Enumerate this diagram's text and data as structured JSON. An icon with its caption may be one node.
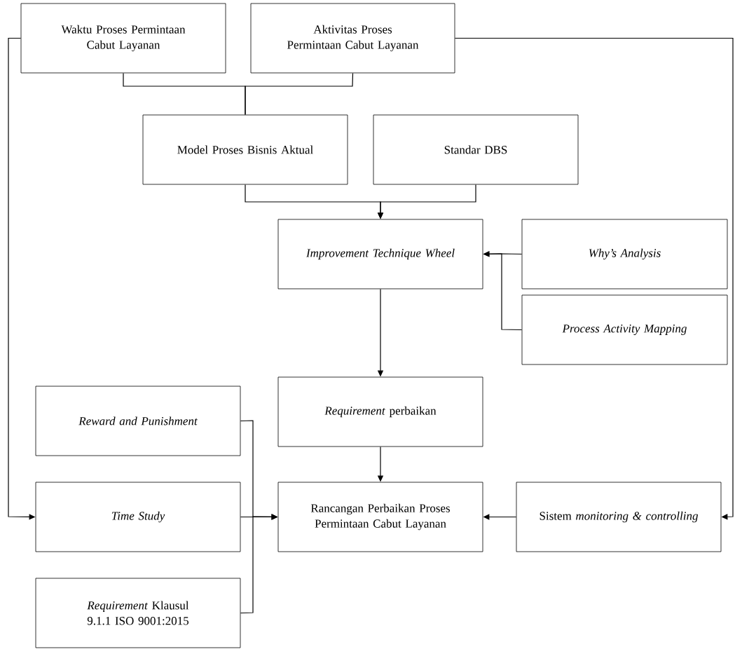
{
  "diagram": {
    "nodes": [
      {
        "text": [
          "Waktu Proses Permintaan Cabut Layanan"
        ]
      },
      {
        "text": [
          "Aktivitas Proses Permintaan Cabut Layanan"
        ]
      },
      {
        "text": [
          "Model Proses Bisnis Aktual"
        ]
      },
      {
        "text": [
          "Standar DBS"
        ]
      },
      {
        "text": [
          "Improvement Technique Wheel"
        ]
      },
      {
        "text": [
          "Why’s Analysis"
        ]
      },
      {
        "text": [
          "Process Activity Mapping"
        ]
      },
      {
        "text": [
          "*Requirement* perbaikan"
        ]
      },
      {
        "text": [
          "Reward and Punishment"
        ]
      },
      {
        "text": [
          "Rancangan Perbaikan Proses Permintaan Cabut Layanan"
        ]
      },
      {
        "text": [
          "Time Study"
        ]
      },
      {
        "text": [
          "Sistem *monitoring & controlling*"
        ]
      },
      {
        "text": [
          "*Requirement*  Klausul 9.1.1 ISO 9001:2015"
        ]
      }
    ],
    "edges": [
      {
        "from": 0,
        "to": 2,
        "arrow": "none"
      },
      {
        "from": 1,
        "to": 2,
        "arrow": "none"
      },
      {
        "from": 2,
        "to": 4,
        "arrow": "to"
      },
      {
        "from": 3,
        "to": 4,
        "arrow": "to"
      },
      {
        "from": 5,
        "to": 4,
        "arrow": "to"
      },
      {
        "from": 6,
        "to": 4,
        "arrow": "to"
      },
      {
        "from": 4,
        "to": 7,
        "arrow": "to"
      },
      {
        "from": 7,
        "to": 9,
        "arrow": "to"
      },
      {
        "from": 8,
        "to": 9,
        "arrow": "to"
      },
      {
        "from": 10,
        "to": 9,
        "arrow": "to"
      },
      {
        "from": 12,
        "to": 9,
        "arrow": "to"
      },
      {
        "from": 11,
        "to": 9,
        "arrow": "to"
      },
      {
        "from": 0,
        "to": 10,
        "arrow": "to"
      },
      {
        "from": 1,
        "to": 11,
        "arrow": "to"
      }
    ]
  }
}
